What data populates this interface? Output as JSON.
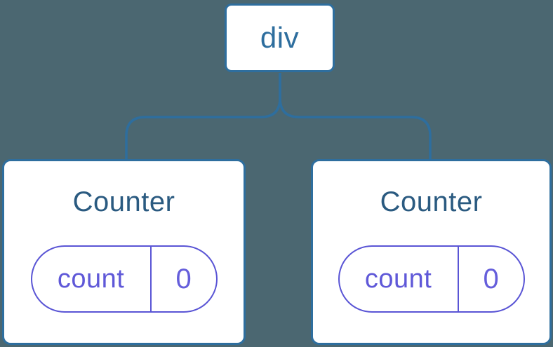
{
  "diagram": {
    "root": {
      "label": "div"
    },
    "children": [
      {
        "title": "Counter",
        "state": {
          "key": "count",
          "value": "0"
        }
      },
      {
        "title": "Counter",
        "state": {
          "key": "count",
          "value": "0"
        }
      }
    ],
    "colors": {
      "background": "#4b6771",
      "node_border": "#2e6e9e",
      "node_fill": "#ffffff",
      "root_label": "#2e6e9e",
      "component_title": "#2a5a80",
      "state_pill": "#5a55d5",
      "connector_line": "#2e6e9e"
    }
  }
}
